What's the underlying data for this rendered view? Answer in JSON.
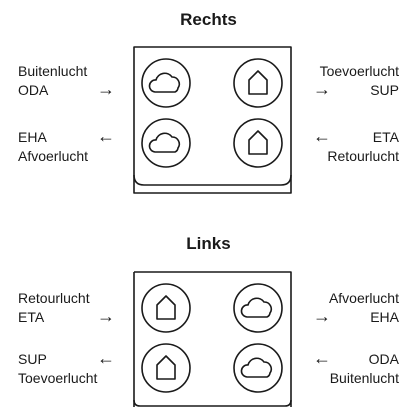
{
  "top": {
    "title": "Rechts",
    "left_upper": {
      "line1": "Buitenlucht",
      "line2": "ODA",
      "arrow": "→"
    },
    "left_lower": {
      "line1": "EHA",
      "line2": "Afvoerlucht",
      "arrow": "←"
    },
    "right_upper": {
      "line1": "Toevoerlucht",
      "line2": "SUP",
      "arrow": "→"
    },
    "right_lower": {
      "line1": "ETA",
      "line2": "Retourlucht",
      "arrow": "←"
    },
    "ports": [
      "cloud-icon",
      "house-icon",
      "cloud-icon",
      "house-icon"
    ]
  },
  "bottom": {
    "title": "Links",
    "left_upper": {
      "line1": "Retourlucht",
      "line2": "ETA",
      "arrow": "→"
    },
    "left_lower": {
      "line1": "SUP",
      "line2": "Toevoerlucht",
      "arrow": "←"
    },
    "right_upper": {
      "line1": "Afvoerlucht",
      "line2": "EHA",
      "arrow": "→"
    },
    "right_lower": {
      "line1": "ODA",
      "line2": "Buitenlucht",
      "arrow": "←"
    },
    "ports": [
      "house-icon",
      "cloud-icon",
      "house-icon",
      "cloud-icon"
    ]
  },
  "colors": {
    "stroke": "#1a1a1a",
    "background": "#ffffff"
  }
}
